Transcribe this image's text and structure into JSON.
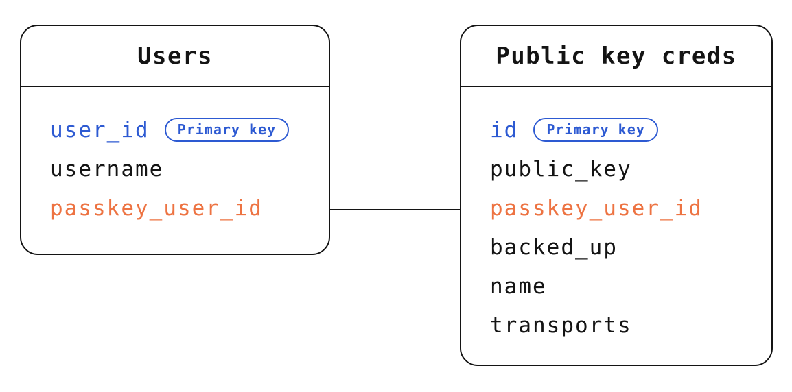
{
  "diagram": {
    "type": "entity-relationship",
    "colors": {
      "background": "#ffffff",
      "line": "#141414",
      "text": "#141414",
      "primary_key_blue": "#2d5ad2",
      "highlight_orange": "#ed7342"
    },
    "tables": [
      {
        "title": "Users",
        "fields": [
          {
            "name": "user_id",
            "role": "primary-key",
            "badge": "Primary key"
          },
          {
            "name": "username",
            "role": "normal"
          },
          {
            "name": "passkey_user_id",
            "role": "highlighted"
          }
        ]
      },
      {
        "title": "Public key creds",
        "fields": [
          {
            "name": "id",
            "role": "primary-key",
            "badge": "Primary key"
          },
          {
            "name": "public_key",
            "role": "normal"
          },
          {
            "name": "passkey_user_id",
            "role": "highlighted"
          },
          {
            "name": "backed_up",
            "role": "normal"
          },
          {
            "name": "name",
            "role": "normal"
          },
          {
            "name": "transports",
            "role": "normal"
          }
        ]
      }
    ],
    "relation": {
      "from_table": "Users",
      "from_field": "passkey_user_id",
      "to_table": "Public key creds",
      "to_field": "passkey_user_id"
    }
  }
}
